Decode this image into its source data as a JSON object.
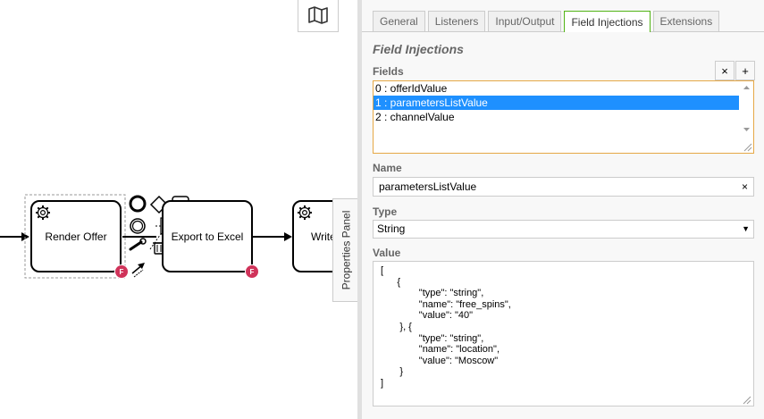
{
  "canvas": {
    "tasks": [
      {
        "label": "Render Offer",
        "badge": "F"
      },
      {
        "label": "Export to Excel",
        "badge": "F"
      },
      {
        "label": "Write"
      }
    ],
    "map_icon": "map-icon",
    "properties_tab_label": "Properties Panel"
  },
  "panel": {
    "tabs": [
      "General",
      "Listeners",
      "Input/Output",
      "Field Injections",
      "Extensions"
    ],
    "active_tab": "Field Injections",
    "section_title": "Field Injections",
    "fields": {
      "label": "Fields",
      "remove_label": "×",
      "add_label": "+",
      "items": [
        "0 : offerIdValue",
        "1 : parametersListValue",
        "2 : channelValue"
      ],
      "selected_index": 1
    },
    "name": {
      "label": "Name",
      "value": "parametersListValue",
      "clear_label": "×"
    },
    "type": {
      "label": "Type",
      "value": "String",
      "arrow": "▼"
    },
    "value": {
      "label": "Value",
      "text": "[\n      {\n              \"type\": \"string\",\n              \"name\": \"free_spins\",\n              \"value\": \"40\"\n       }, {\n              \"type\": \"string\",\n              \"name\": \"location\",\n              \"value\": \"Moscow\"\n       }\n]"
    }
  },
  "colors": {
    "accent": "#52b415",
    "selection": "#1e90ff",
    "badge": "#d0335a",
    "focus_border": "#e6a846"
  }
}
